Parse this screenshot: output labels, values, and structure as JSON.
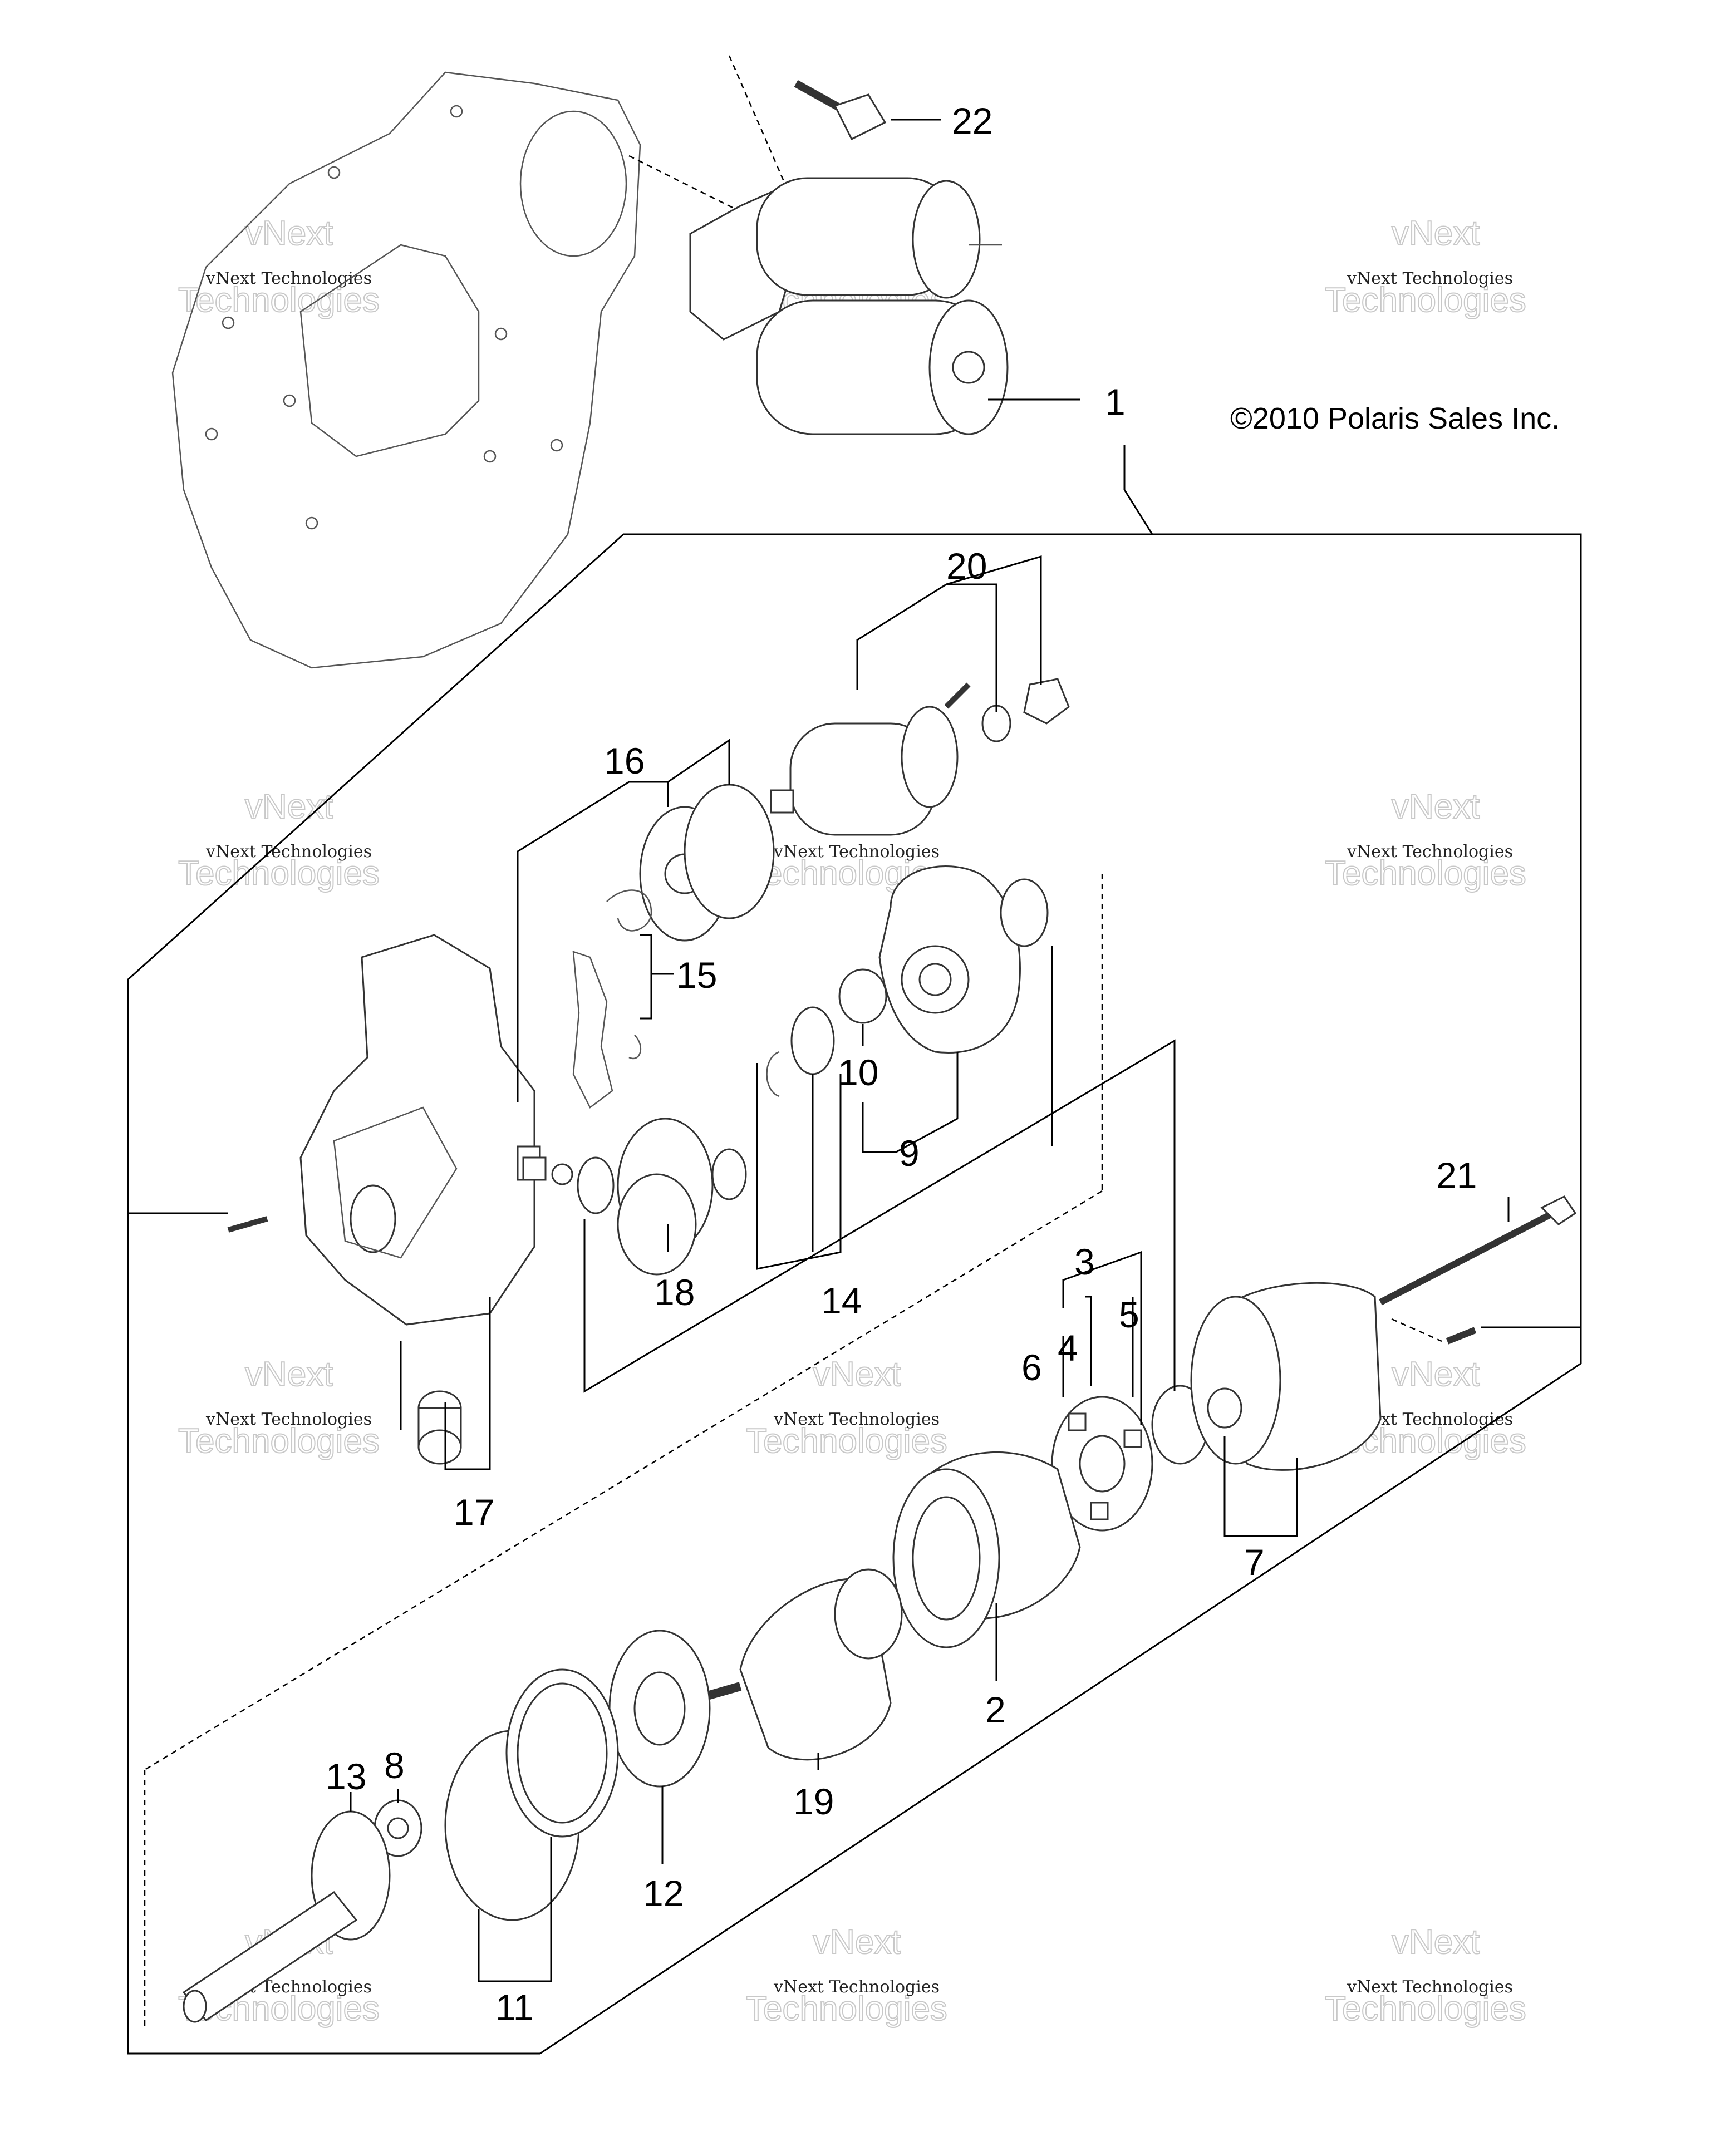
{
  "copyright": "©2010 Polaris Sales Inc.",
  "watermark": {
    "small": "vNext Technologies",
    "big": "Technologies",
    "top": "vNext"
  },
  "callouts": {
    "c1": "1",
    "c2": "2",
    "c3": "3",
    "c4": "4",
    "c5": "5",
    "c6": "6",
    "c7": "7",
    "c8": "8",
    "c9": "9",
    "c10": "10",
    "c11": "11",
    "c12": "12",
    "c13": "13",
    "c14": "14",
    "c15": "15",
    "c16": "16",
    "c17": "17",
    "c18": "18",
    "c19": "19",
    "c20": "20",
    "c21": "21",
    "c22": "22"
  }
}
